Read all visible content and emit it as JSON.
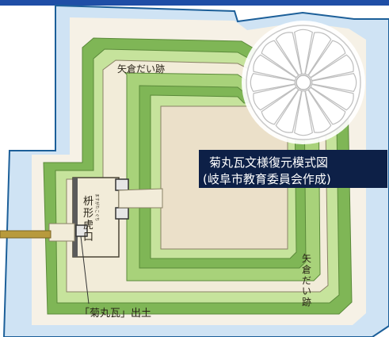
{
  "header": {
    "bar_color": "#1f4ea6"
  },
  "colors": {
    "water": "#cfe3f4",
    "water_edge": "#1c5f99",
    "outer_ground": "#f6f1e6",
    "slope_light": "#c6e39c",
    "slope_mid": "#a8d27a",
    "slope_dark": "#7fb656",
    "terrace": "#f2ecd9",
    "courtyard": "#ebe0c9",
    "causeway": "#b89a3c",
    "caption_bg": "#0d2047",
    "caption_text": "#ffffff"
  },
  "labels": {
    "yagura_top": "矢倉だい跡",
    "masugata_1": "枡",
    "masugata_2": "形",
    "masugata_3": "虎",
    "masugata_4": "口",
    "masugata_ruby": "ますがたこぐち",
    "yagura_right_1": "矢",
    "yagura_right_2": "倉",
    "yagura_right_3": "だ",
    "yagura_right_4": "い",
    "yagura_right_5": "跡",
    "excavation": "「菊丸瓦」出土"
  },
  "caption": {
    "line1": "菊丸瓦文様復元模式図",
    "line2": "(岐阜市教育委員会作成)"
  },
  "crest": {
    "icon": "chrysanthemum-crest-icon",
    "petals": 16
  }
}
